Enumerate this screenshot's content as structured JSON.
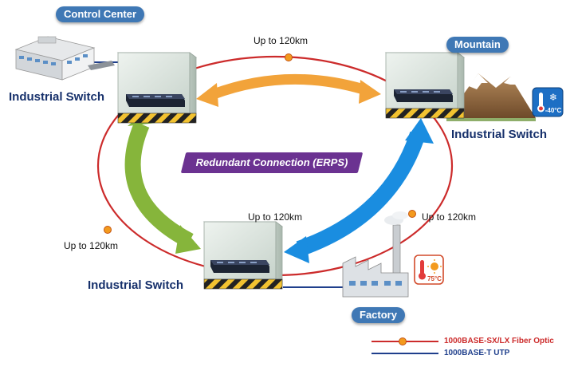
{
  "sites": {
    "control_center": "Control Center",
    "mountain": "Mountain",
    "factory": "Factory"
  },
  "switch_labels": {
    "left": "Industrial Switch",
    "right": "Industrial Switch",
    "bottom": "Industrial Switch"
  },
  "distances": {
    "top": "Up to 120km",
    "left": "Up to 120km",
    "middle": "Up to 120km",
    "right": "Up to 120km"
  },
  "ring_label": "Redundant Connection (ERPS)",
  "temperatures": {
    "cold": "-40°C",
    "hot": "75°C"
  },
  "legend": {
    "fiber": "1000BASE-SX/LX Fiber Optic",
    "utp": "1000BASE-T UTP"
  },
  "colors": {
    "fiber": "#cc2b2b",
    "utp": "#1f3f8c",
    "arrow_orange": "#f2a33a",
    "arrow_green": "#86b53b",
    "arrow_blue": "#1a8de0",
    "ring_label_bg": "#6b3291",
    "site_pill": "#3f78b5"
  }
}
